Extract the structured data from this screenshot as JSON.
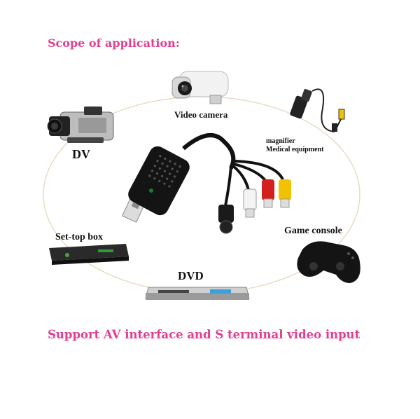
{
  "heading": "Scope of application:",
  "footer": "Support AV interface and S terminal video input",
  "labels": {
    "video_camera": "Video camera",
    "dv": "DV",
    "magnifier": "magnifier",
    "medical_equipment": "Medical equipment",
    "set_top_box": "Set-top box",
    "game_console": "Game console",
    "dvd": "DVD"
  },
  "colors": {
    "heading": "#e0408f",
    "ring": "#e8dcc0",
    "rca_yellow": "#f2c200",
    "rca_red": "#d41f1f",
    "rca_white": "#f4f4f4"
  },
  "icons": [
    "video-camera-icon",
    "camcorder-icon",
    "microscope-camera-icon",
    "usb-capture-dongle-icon",
    "set-top-box-icon",
    "gamepad-icon",
    "dvd-player-icon"
  ]
}
